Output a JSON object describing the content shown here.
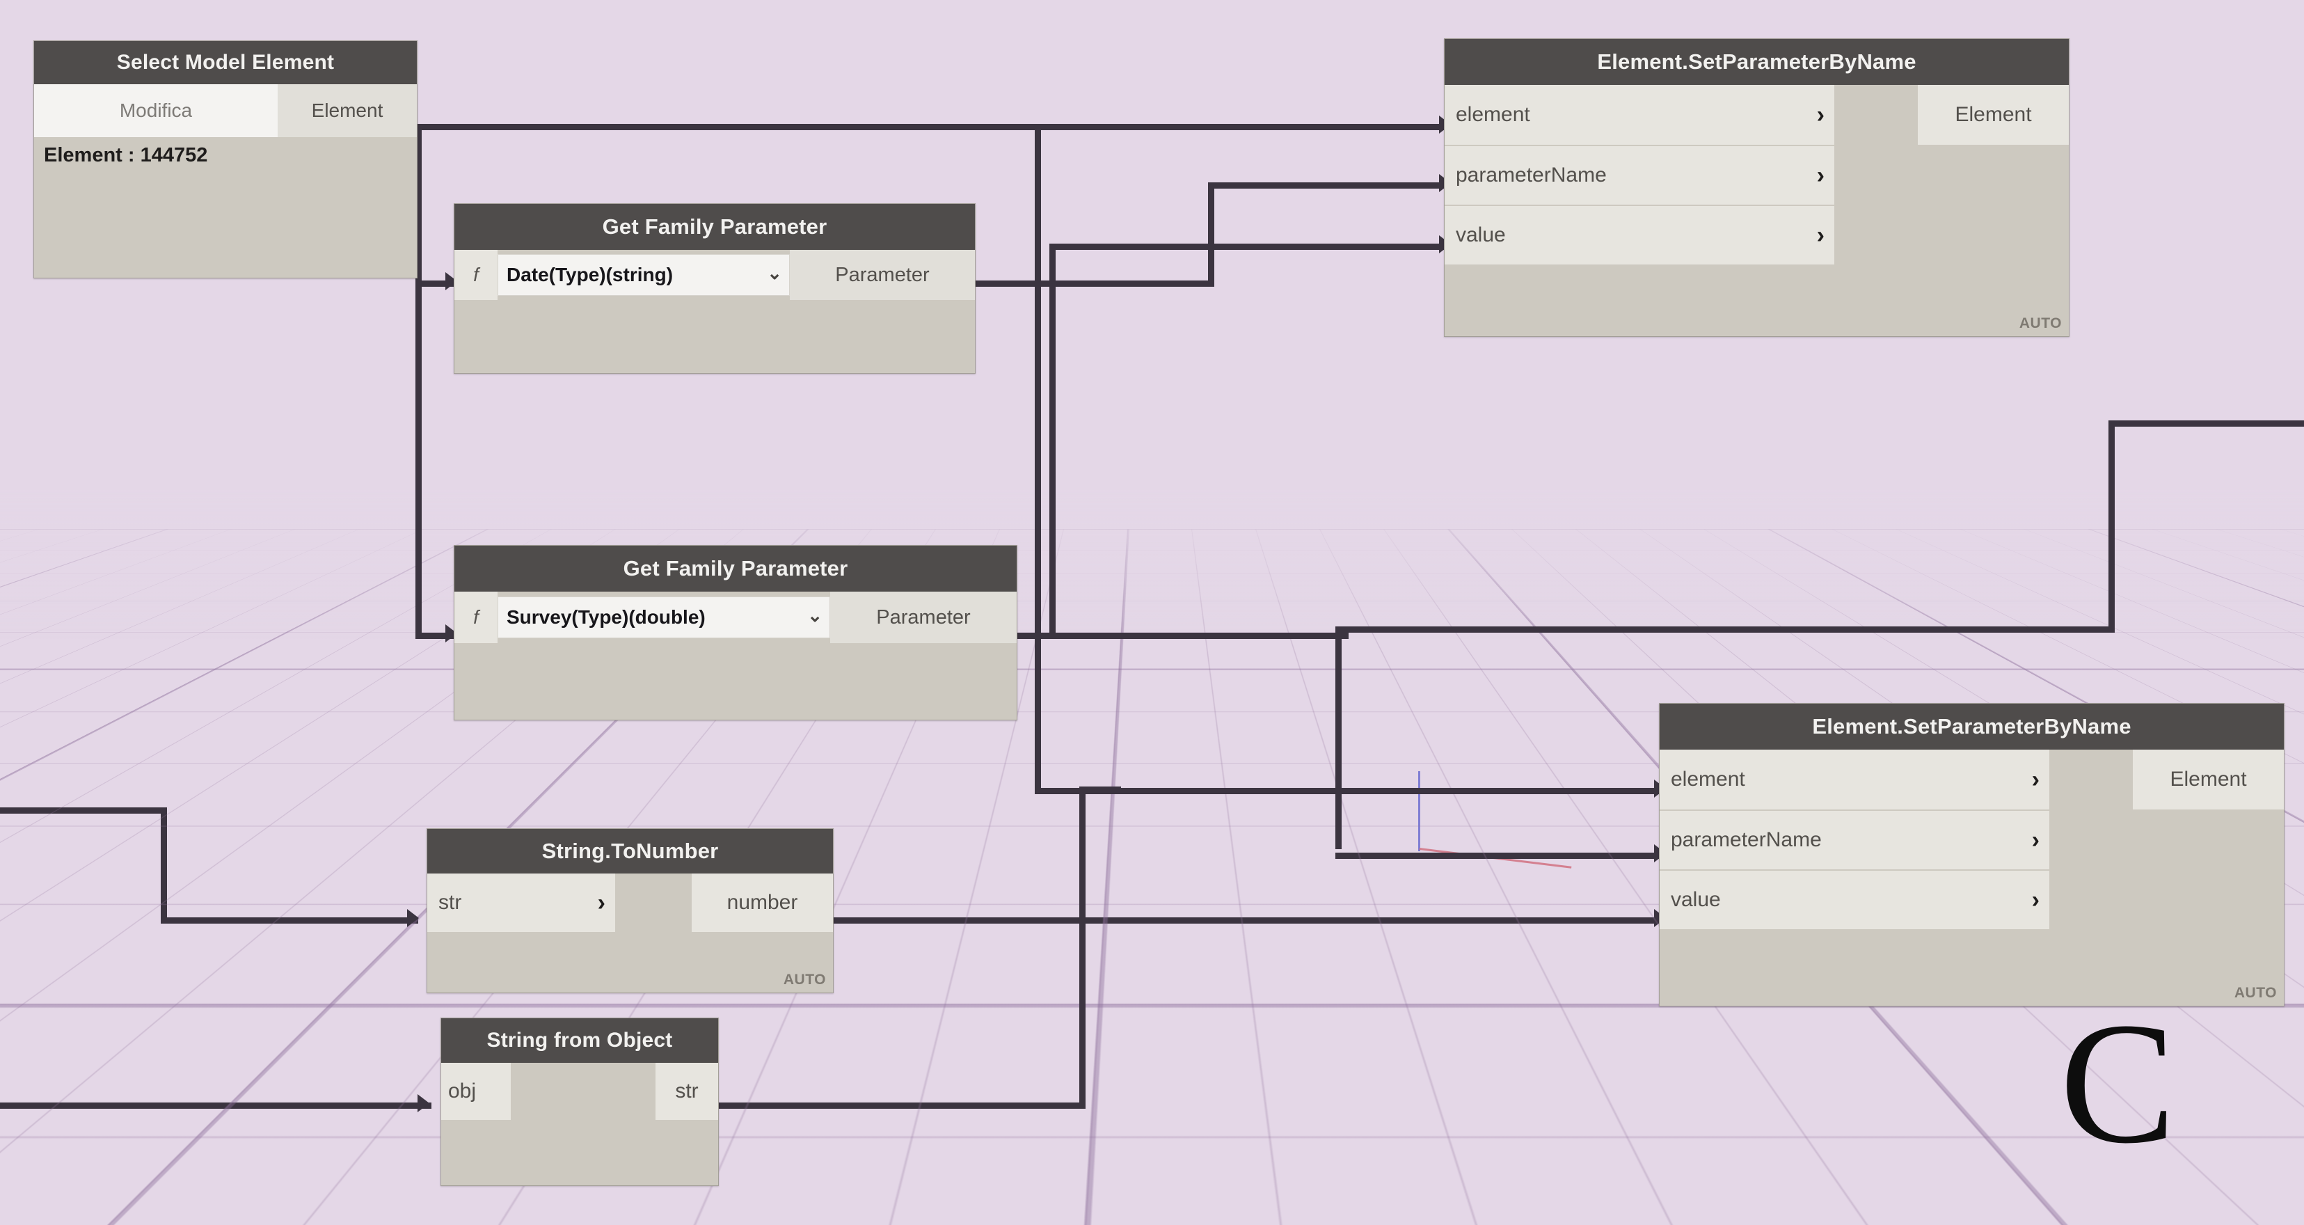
{
  "canvas": {
    "background_color": "#e4d7e7",
    "wire_color": "#3b3440",
    "node_title_color": "#4f4c4b",
    "node_body_color": "#cdc9c0",
    "port_color": "#e7e5df",
    "annotation_letter": "C"
  },
  "nodes": {
    "select_model_element": {
      "title": "Select Model Element",
      "button_label": "Modifica",
      "output_label": "Element",
      "value_text": "Element : 144752"
    },
    "get_family_parameter_date": {
      "title": "Get Family Parameter",
      "f_label": "f",
      "dropdown_value": "Date(Type)(string)",
      "dropdown_caret": "chevron-down",
      "output_label": "Parameter"
    },
    "get_family_parameter_survey": {
      "title": "Get Family Parameter",
      "f_label": "f",
      "dropdown_value": "Survey(Type)(double)",
      "dropdown_caret": "chevron-down",
      "output_label": "Parameter"
    },
    "set_parameter_top": {
      "title": "Element.SetParameterByName",
      "inputs": [
        {
          "label": "element",
          "chevron": "›"
        },
        {
          "label": "parameterName",
          "chevron": "›"
        },
        {
          "label": "value",
          "chevron": "›"
        }
      ],
      "output_label": "Element",
      "run_mode": "AUTO"
    },
    "set_parameter_bottom": {
      "title": "Element.SetParameterByName",
      "inputs": [
        {
          "label": "element",
          "chevron": "›"
        },
        {
          "label": "parameterName",
          "chevron": "›"
        },
        {
          "label": "value",
          "chevron": "›"
        }
      ],
      "output_label": "Element",
      "run_mode": "AUTO"
    },
    "string_to_number": {
      "title": "String.ToNumber",
      "input_label": "str",
      "input_chevron": "›",
      "output_label": "number",
      "run_mode": "AUTO"
    },
    "string_from_object": {
      "title": "String from Object",
      "input_label": "obj",
      "output_label": "str"
    }
  }
}
